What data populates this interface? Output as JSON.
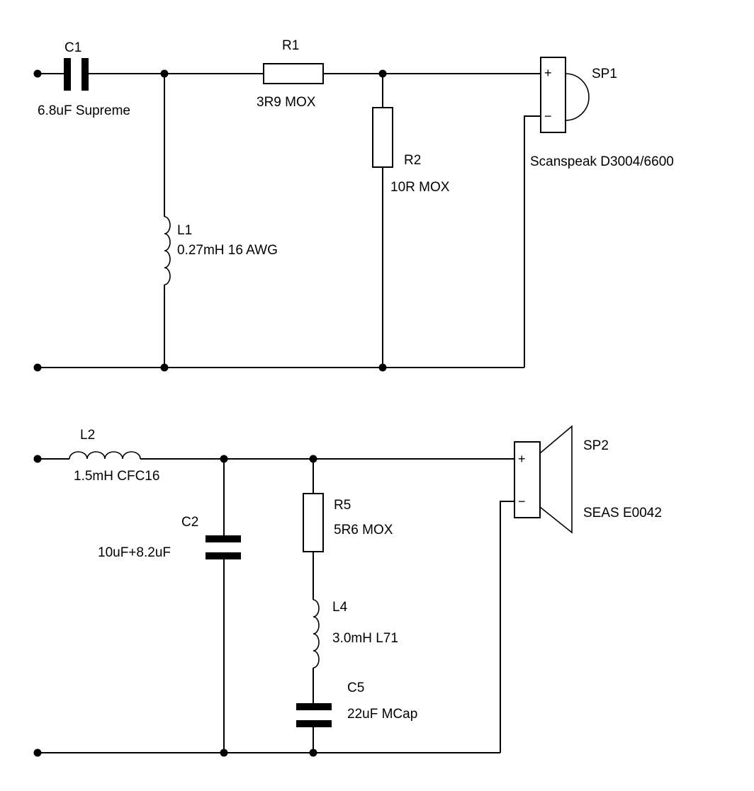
{
  "tweeter_section": {
    "c1": {
      "ref": "C1",
      "value": "6.8uF Supreme"
    },
    "r1": {
      "ref": "R1",
      "value": "3R9 MOX"
    },
    "r2": {
      "ref": "R2",
      "value": "10R  MOX"
    },
    "l1": {
      "ref": "L1",
      "value": "0.27mH 16 AWG"
    },
    "sp1": {
      "ref": "SP1",
      "value": "Scanspeak D3004/6600",
      "plus": "+",
      "minus": "−"
    }
  },
  "woofer_section": {
    "l2": {
      "ref": "L2",
      "value": "1.5mH CFC16"
    },
    "c2": {
      "ref": "C2",
      "value": "10uF+8.2uF"
    },
    "r5": {
      "ref": "R5",
      "value": "5R6 MOX"
    },
    "l4": {
      "ref": "L4",
      "value": "3.0mH L71"
    },
    "c5": {
      "ref": "C5",
      "value": "22uF MCap"
    },
    "sp2": {
      "ref": "SP2",
      "value": "SEAS E0042",
      "plus": "+",
      "minus": "−"
    }
  }
}
